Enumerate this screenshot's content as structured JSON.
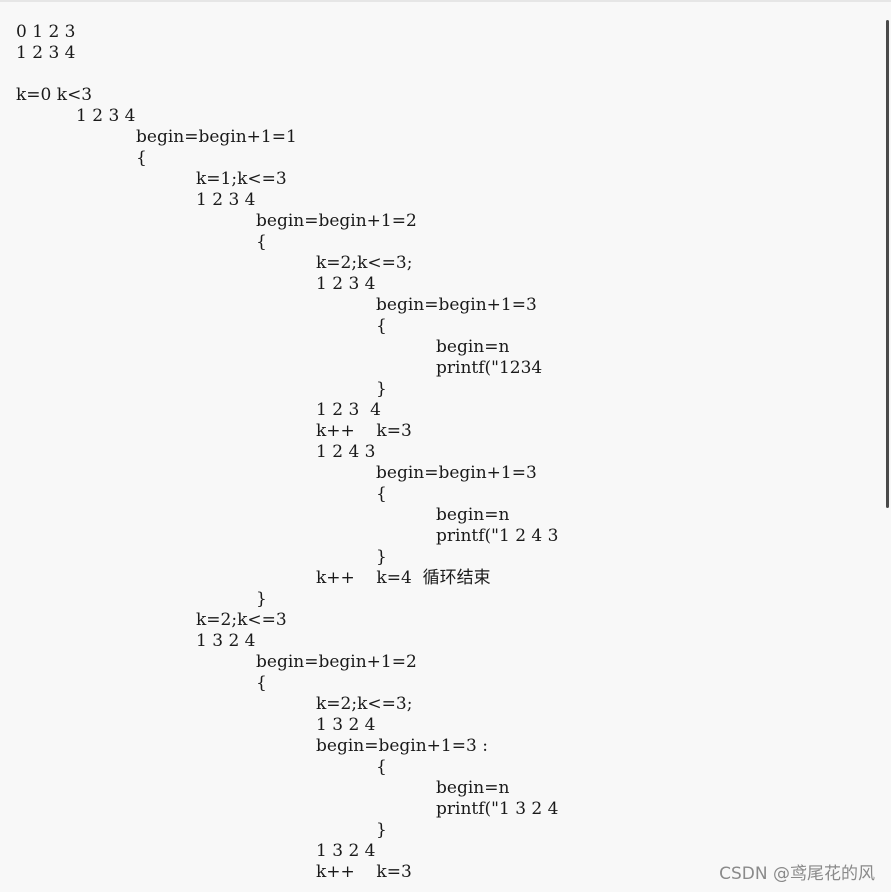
{
  "document": {
    "lines": [
      {
        "text": "0 1 2 3",
        "indent": 0
      },
      {
        "text": "1 2 3 4",
        "indent": 0
      },
      {
        "text": "",
        "indent": 0
      },
      {
        "text": "k=0 k<3",
        "indent": 0
      },
      {
        "text": "1 2 3 4",
        "indent": 1
      },
      {
        "text": "begin=begin+1=1",
        "indent": 2
      },
      {
        "text": "{",
        "indent": 2
      },
      {
        "text": "k=1;k<=3",
        "indent": 3
      },
      {
        "text": "1 2 3 4",
        "indent": 3
      },
      {
        "text": "begin=begin+1=2",
        "indent": 4
      },
      {
        "text": "{",
        "indent": 4
      },
      {
        "text": "k=2;k<=3;",
        "indent": 5
      },
      {
        "text": "1 2 3 4",
        "indent": 5
      },
      {
        "text": "begin=begin+1=3",
        "indent": 6
      },
      {
        "text": "{",
        "indent": 6
      },
      {
        "text": "begin=n",
        "indent": 7
      },
      {
        "text": "printf(\"1234",
        "indent": 7
      },
      {
        "text": "}",
        "indent": 6
      },
      {
        "text": "1 2 3  4",
        "indent": 5
      },
      {
        "text": "k++    k=3",
        "indent": 5
      },
      {
        "text": "1 2 4 3",
        "indent": 5
      },
      {
        "text": "begin=begin+1=3",
        "indent": 6
      },
      {
        "text": "{",
        "indent": 6
      },
      {
        "text": "begin=n",
        "indent": 7
      },
      {
        "text": "printf(\"1 2 4 3",
        "indent": 7
      },
      {
        "text": "}",
        "indent": 6
      },
      {
        "text": "k++    k=4  循环结束",
        "indent": 5
      },
      {
        "text": "}",
        "indent": 4
      },
      {
        "text": "k=2;k<=3",
        "indent": 3
      },
      {
        "text": "1 3 2 4",
        "indent": 3
      },
      {
        "text": "begin=begin+1=2",
        "indent": 4
      },
      {
        "text": "{",
        "indent": 4
      },
      {
        "text": "k=2;k<=3;",
        "indent": 5
      },
      {
        "text": "1 3 2 4",
        "indent": 5
      },
      {
        "text": "begin=begin+1=3 :",
        "indent": 5
      },
      {
        "text": "{",
        "indent": 6
      },
      {
        "text": "begin=n",
        "indent": 7
      },
      {
        "text": "printf(\"1 3 2 4",
        "indent": 7
      },
      {
        "text": "}",
        "indent": 6
      },
      {
        "text": "1 3 2 4",
        "indent": 5
      },
      {
        "text": "k++    k=3",
        "indent": 5
      }
    ]
  },
  "watermark": {
    "text": "CSDN @鸢尾花的风"
  }
}
